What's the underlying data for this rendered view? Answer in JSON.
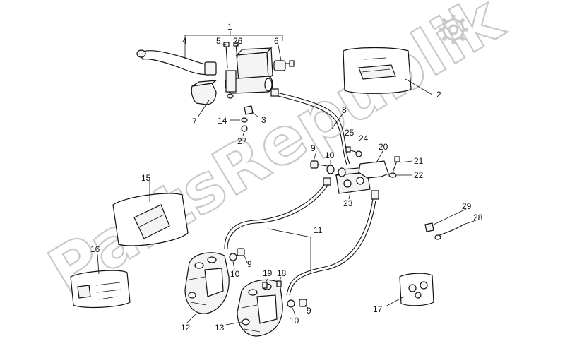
{
  "watermark": {
    "text": "PartsRepublik",
    "icon": "gear-icon",
    "color": "#c9c9c9"
  },
  "callouts": {
    "c1": "1",
    "c2": "2",
    "c3": "3",
    "c4": "4",
    "c5": "5",
    "c6": "6",
    "c7": "7",
    "c8": "8",
    "c9a": "9",
    "c9b": "9",
    "c9c": "9",
    "c10a": "10",
    "c10b": "10",
    "c10c": "10",
    "c11": "11",
    "c12": "12",
    "c13": "13",
    "c14": "14",
    "c15": "15",
    "c16": "16",
    "c17": "17",
    "c18": "18",
    "c19": "19",
    "c20": "20",
    "c21": "21",
    "c22": "22",
    "c23": "23",
    "c24": "24",
    "c25": "25",
    "c26": "26",
    "c27": "27",
    "c28": "28",
    "c29": "29"
  },
  "colors": {
    "line": "#111111",
    "watermark": "#c9c9c9",
    "background": "#ffffff"
  }
}
